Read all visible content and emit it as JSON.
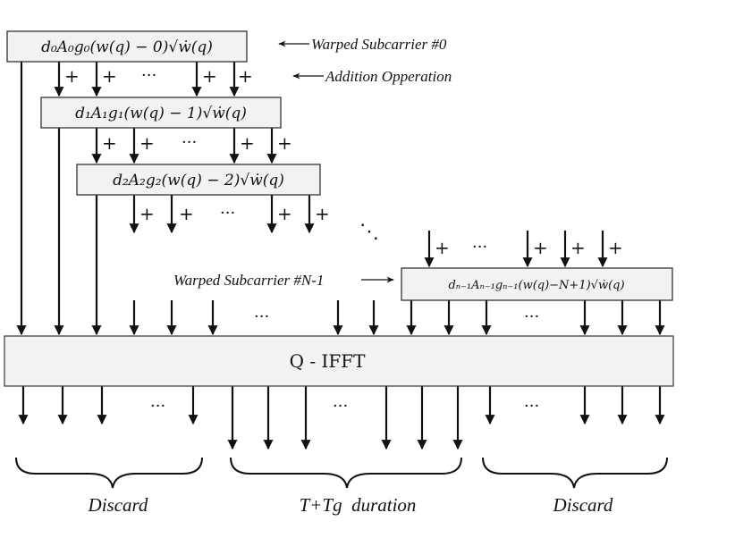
{
  "boxes": {
    "sub0": "d₀A₀g₀(w(q) − 0)√ẇ(q)",
    "sub1": "d₁A₁g₁(w(q) − 1)√ẇ(q)",
    "sub2": "d₂A₂g₂(w(q) − 2)√ẇ(q)",
    "subN1": "dₙ₋₁Aₙ₋₁gₙ₋₁(w(q)−N+1)√ẇ(q)",
    "ifft": "Q - IFFT"
  },
  "annotations": {
    "warped_sub0": "Warped Subcarrier #0",
    "addition": "Addition Opperation",
    "warped_subN1": "Warped Subcarrier #N-1"
  },
  "symbols": {
    "plus": "+",
    "ellipsis": "···",
    "diag_ellipsis": "⋱"
  },
  "outputs": {
    "discard_left": "Discard",
    "duration": "T+Tg  duration",
    "discard_right": "Discard"
  }
}
